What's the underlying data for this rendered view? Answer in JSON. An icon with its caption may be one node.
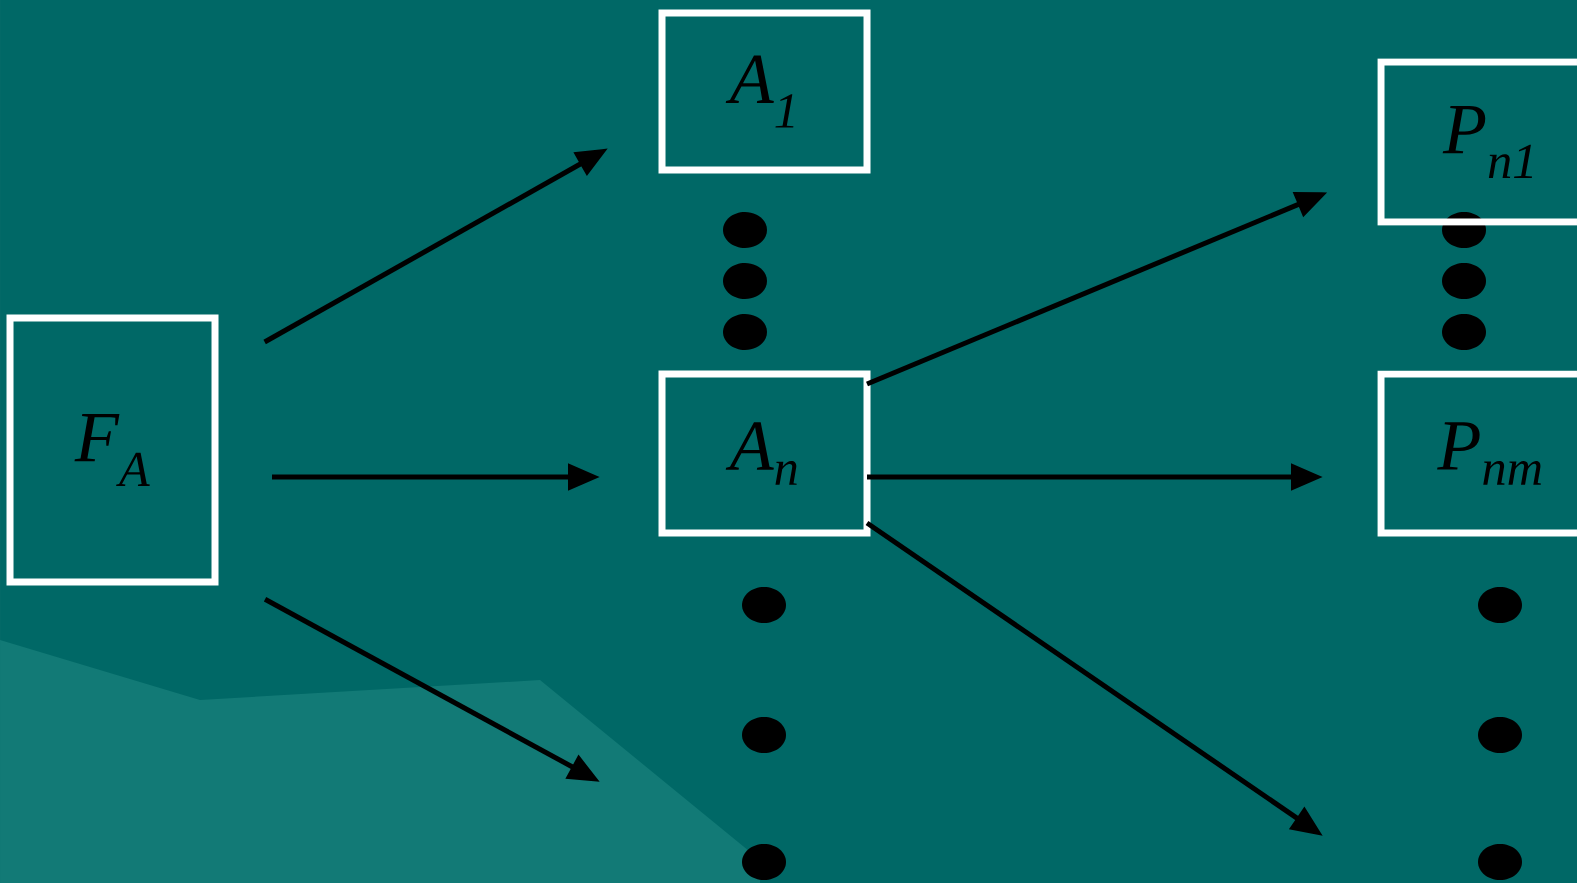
{
  "diagram": {
    "nodes": [
      {
        "text": [
          "F$_{A}$"
        ]
      },
      {
        "text": [
          "A$_{1}$"
        ]
      },
      {
        "text": [
          "A$_{n}$"
        ]
      },
      {
        "text": [
          "P$_{n1}$"
        ]
      },
      {
        "text": [
          "P$_{nm}$"
        ]
      }
    ],
    "edges": [
      {
        "from": 0,
        "to": 1,
        "arrow": "to"
      },
      {
        "from": 0,
        "to": 2,
        "arrow": "to"
      },
      {
        "from": 0,
        "to": null,
        "arrow": "to"
      },
      {
        "from": 2,
        "to": 3,
        "arrow": "to"
      },
      {
        "from": 2,
        "to": 4,
        "arrow": "to"
      },
      {
        "from": 2,
        "to": null,
        "arrow": "to"
      }
    ]
  }
}
